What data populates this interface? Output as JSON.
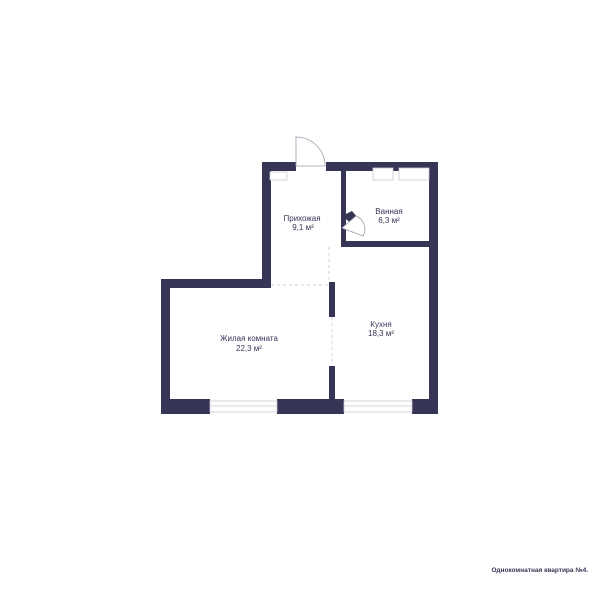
{
  "floorplan": {
    "rooms": [
      {
        "id": "hallway",
        "name": "Прихожая",
        "area": "9,1 м²"
      },
      {
        "id": "bathroom",
        "name": "Ванная",
        "area": "6,3 м²"
      },
      {
        "id": "living",
        "name": "Жилая комната",
        "area": "22,3 м²"
      },
      {
        "id": "kitchen",
        "name": "Кухня",
        "area": "18,3 м²"
      }
    ],
    "caption": "Однокомнатная квартира №4.",
    "colors": {
      "wall": "#373556",
      "background": "#ffffff"
    }
  }
}
